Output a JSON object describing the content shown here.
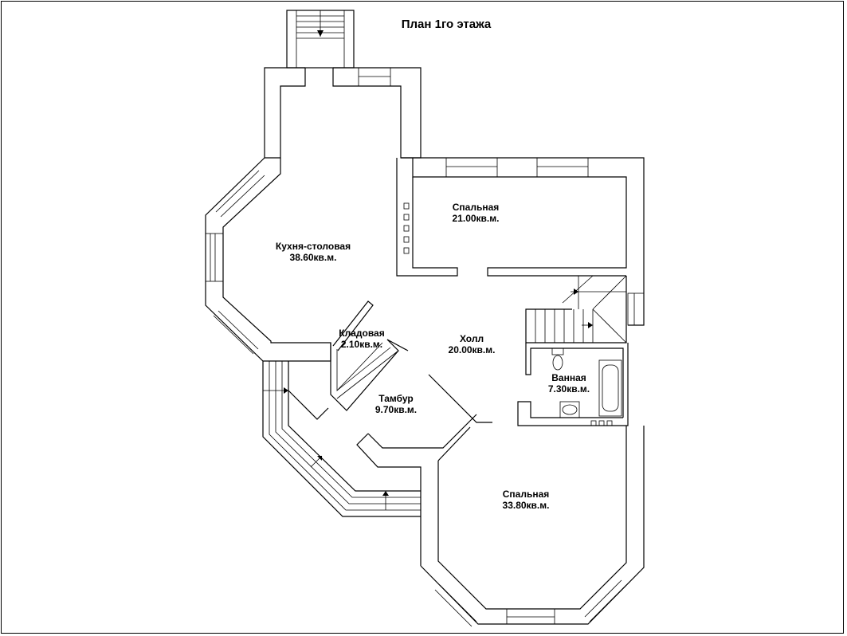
{
  "title": "План 1го этажа",
  "rooms": [
    {
      "id": "kitchen",
      "name": "Кухня-столовая",
      "area": "38.60кв.м."
    },
    {
      "id": "bedroom-1",
      "name": "Спальная",
      "area": "21.00кв.м."
    },
    {
      "id": "pantry",
      "name": "Кладовая",
      "area": "2.10кв.м."
    },
    {
      "id": "hall",
      "name": "Холл",
      "area": "20.00кв.м."
    },
    {
      "id": "bathroom",
      "name": "Ванная",
      "area": "7.30кв.м."
    },
    {
      "id": "vestibule",
      "name": "Тамбур",
      "area": "9.70кв.м."
    },
    {
      "id": "bedroom-2",
      "name": "Спальная",
      "area": "33.80кв.м."
    }
  ]
}
